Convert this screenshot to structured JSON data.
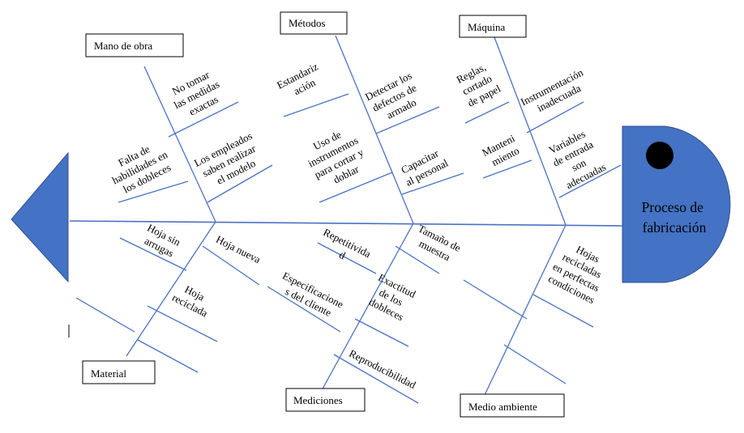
{
  "effect": {
    "label_lines": [
      "Proceso de",
      "fabricación"
    ]
  },
  "categories": {
    "mano_de_obra": "Mano de obra",
    "metodos": "Métodos",
    "maquina": "Máquina",
    "material": "Material",
    "mediciones": "Mediciones",
    "medio_ambiente": "Medio ambiente"
  },
  "causes": {
    "no_tomar": [
      "No tomar",
      "las medidas",
      "exactas"
    ],
    "falta_habilidades": [
      "Falta de",
      "habilidades en",
      "los dobleces"
    ],
    "empleados_modelo": [
      "Los empleados",
      "saben realizar",
      "el modelo"
    ],
    "estandarizacion": [
      "Estandariz",
      "ación"
    ],
    "detectar_defectos": [
      "Detectar los",
      "defectos de",
      "armado"
    ],
    "uso_instrumentos": [
      "Uso de",
      "instrumentos",
      "para cortar y",
      "doblar"
    ],
    "capacitar": [
      "Capacitar",
      "al personal"
    ],
    "reglas": [
      "Reglas,",
      "cortado",
      "de papel"
    ],
    "instrumentacion": [
      "Instrumentación",
      "inadecuada"
    ],
    "mantenimiento": [
      "Manteni",
      "miento"
    ],
    "variables_entrada": [
      "Variables",
      "de entrada",
      "son",
      "adecuadas"
    ],
    "hoja_sin_arrugas": [
      "Hoja sin",
      "arrugas"
    ],
    "hoja_nueva": [
      "Hoja nueva"
    ],
    "hoja_reciclada": [
      "Hoja",
      "reciclada"
    ],
    "repetitividad": [
      "Repetitivida",
      "d"
    ],
    "tamano_muestra": [
      "Tamaño de",
      "muestra"
    ],
    "exactitud_dobleces": [
      "Exactitud",
      "de los",
      "dobleces"
    ],
    "especificaciones": [
      "Especificacione",
      "s del cliente"
    ],
    "reproducibilidad": [
      "Reproducibilidad"
    ],
    "hojas_recicladas": [
      "Hojas",
      "recicladas",
      "en perfectas",
      "condiciones"
    ]
  },
  "colors": {
    "bone": "#4a72c4",
    "fill": "#4472c4",
    "eye": "#000000"
  }
}
